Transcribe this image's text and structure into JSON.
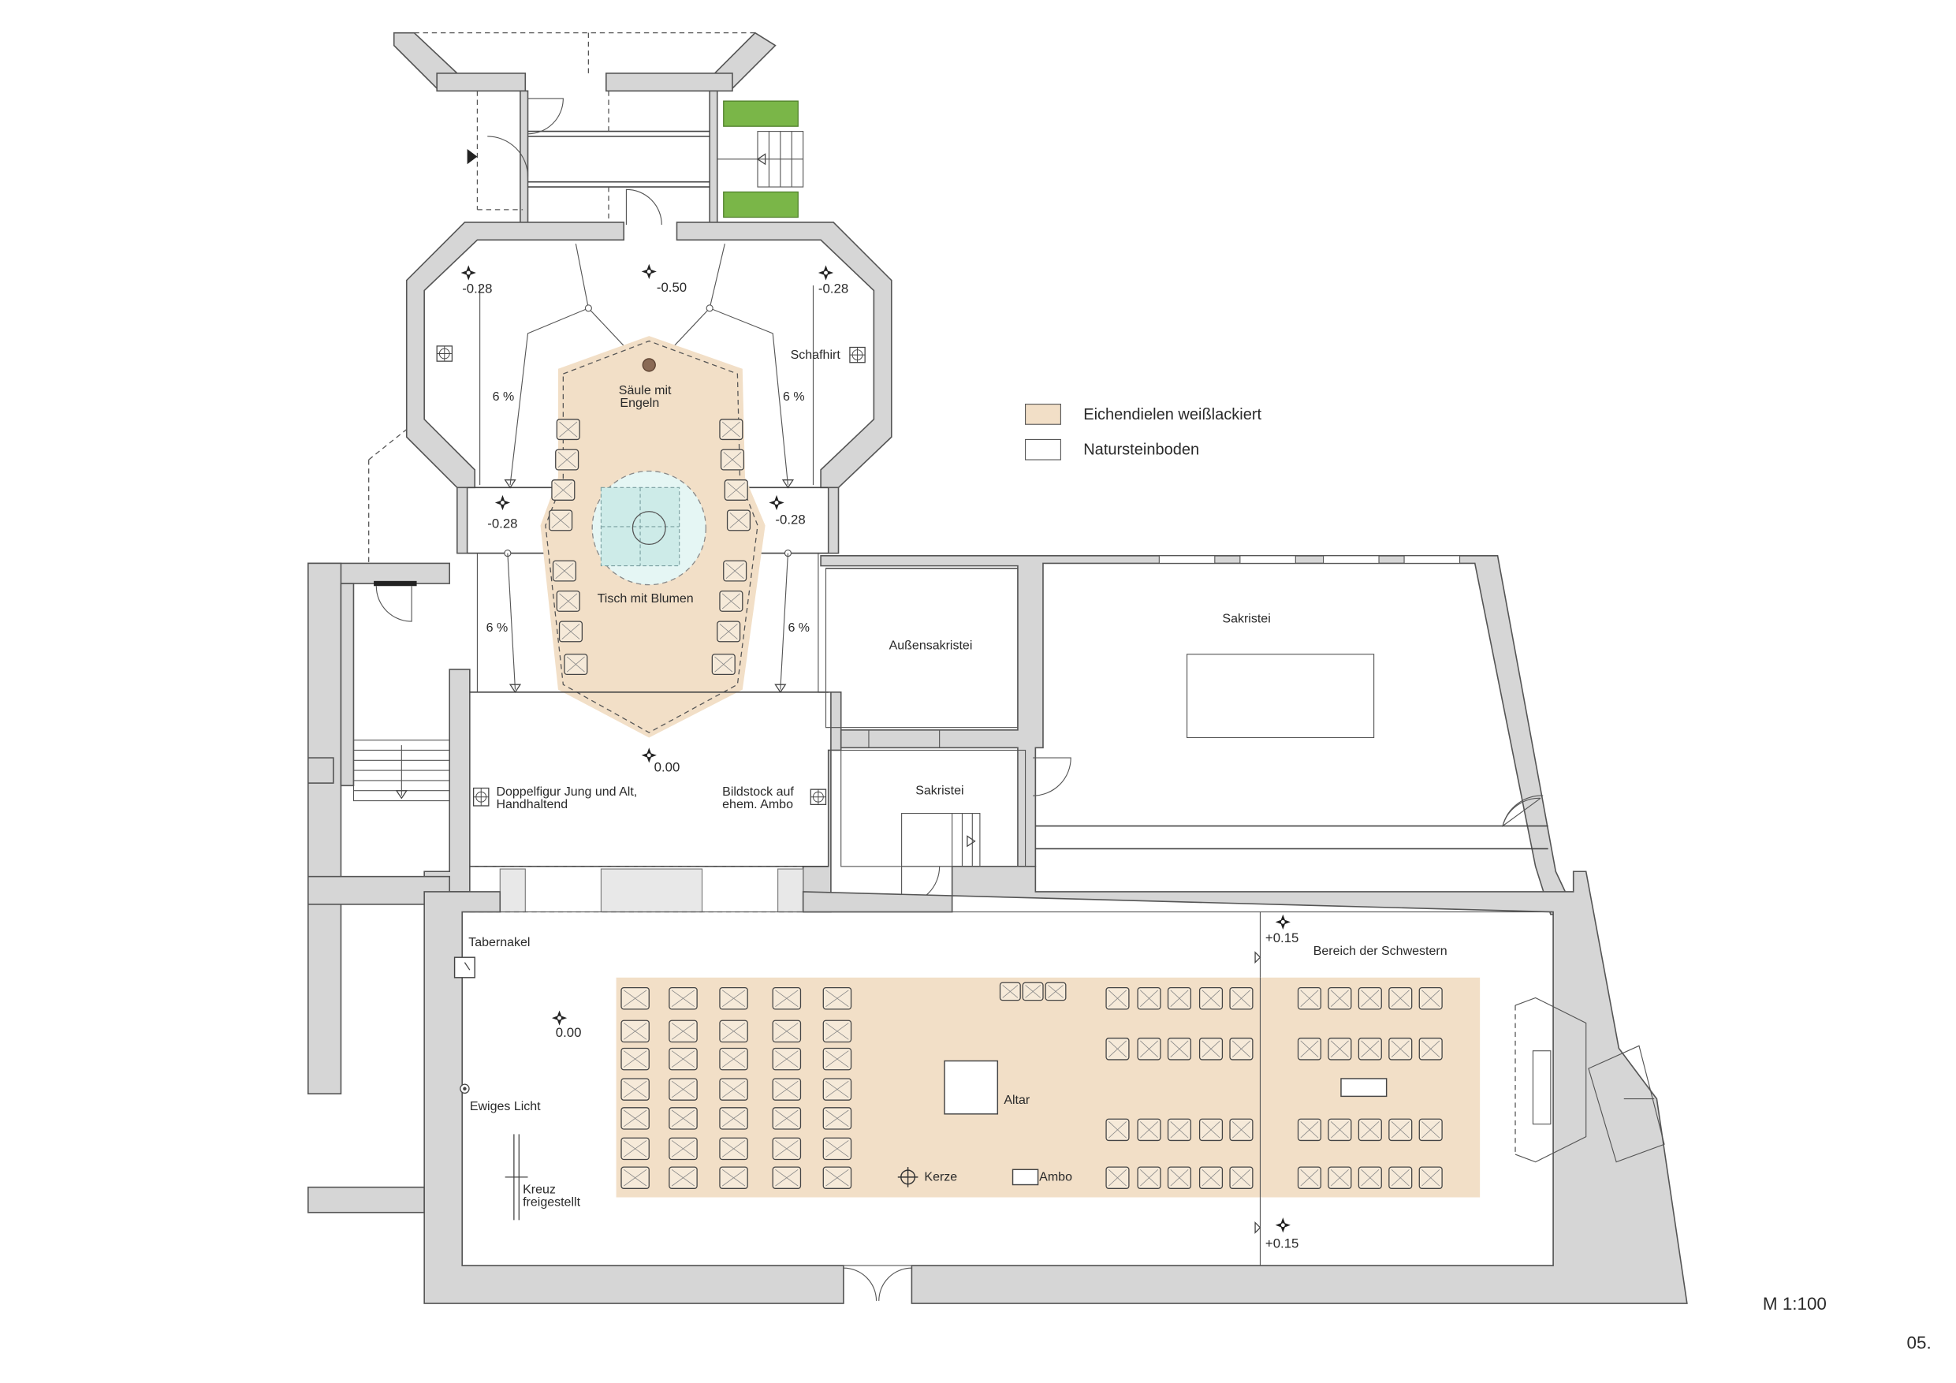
{
  "legend": {
    "items": [
      {
        "label": "Eichendielen weißlackiert",
        "color": "#f2dfc7"
      },
      {
        "label": "Natursteinboden",
        "color": "#ffffff"
      }
    ]
  },
  "levels": {
    "upper_left": "-0.28",
    "upper_center": "-0.50",
    "upper_right": "-0.28",
    "mid_left": "-0.28",
    "mid_right": "-0.28",
    "landing": "0.00",
    "nave": "0.00",
    "sisters_top": "+0.15",
    "sisters_bottom": "+0.15"
  },
  "slopes": {
    "upper_left": "6 %",
    "upper_right": "6 %",
    "lower_left": "6 %",
    "lower_right": "6 %"
  },
  "labels": {
    "schafhirt": "Schafhirt",
    "saeule_1": "Säule mit",
    "saeule_2": "Engeln",
    "tisch": "Tisch mit Blumen",
    "doppelfigur_1": "Doppelfigur Jung und Alt,",
    "doppelfigur_2": "Handhaltend",
    "bildstock_1": "Bildstock auf",
    "bildstock_2": "ehem. Ambo",
    "aussensakristei": "Außensakristei",
    "sakristei_small": "Sakristei",
    "sakristei_large": "Sakristei",
    "tabernakel": "Tabernakel",
    "ewiges_licht": "Ewiges Licht",
    "kreuz_1": "Kreuz",
    "kreuz_2": "freigestellt",
    "altar": "Altar",
    "kerze": "Kerze",
    "ambo": "Ambo",
    "bereich": "Bereich der Schwestern"
  },
  "footer": {
    "scale": "M 1:100",
    "page": "05."
  }
}
